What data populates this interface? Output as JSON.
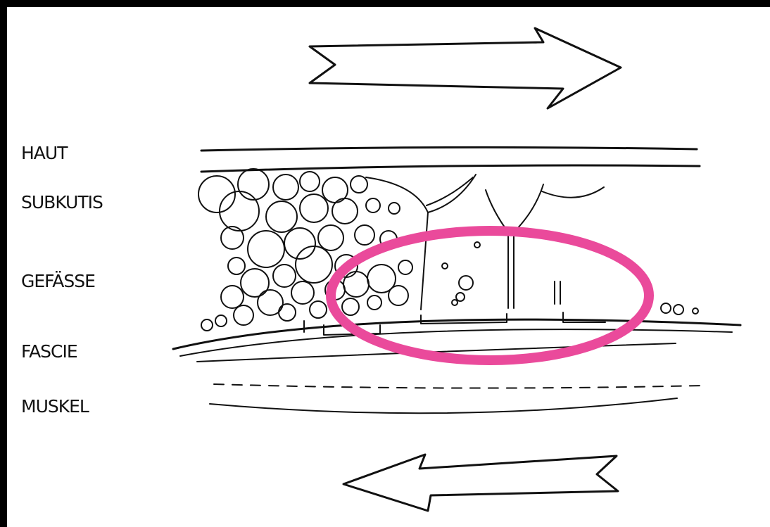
{
  "labels": {
    "haut": "HAUT",
    "subkutis": "SUBKUTIS",
    "gefaesse": "GEFÄSSE",
    "faszie": "FASCIE",
    "muskel": "MUSKEL"
  },
  "colors": {
    "background": "#000000",
    "paper": "#ffffff",
    "ink": "#111111",
    "highlight": "#ea4a9b"
  },
  "icons": {
    "top_arrow": "arrow-right-icon",
    "bottom_arrow": "arrow-left-icon"
  }
}
